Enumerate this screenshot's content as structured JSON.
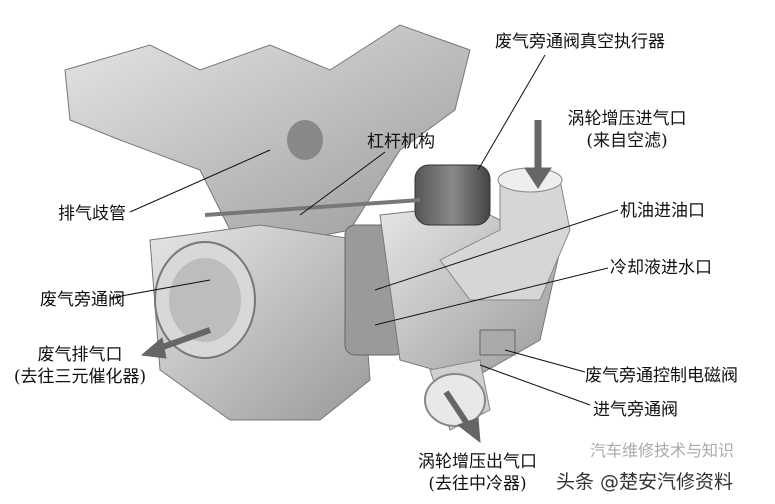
{
  "labels": {
    "vacuum_actuator": "废气旁通阀真空执行器",
    "turbo_inlet": "涡轮增压进气口",
    "turbo_inlet_note": "(来自空滤)",
    "lever": "杠杆机构",
    "exhaust_manifold": "排气歧管",
    "oil_inlet": "机油进油口",
    "coolant_inlet": "冷却液进水口",
    "wastegate": "废气旁通阀",
    "exhaust_outlet": "废气排气口",
    "exhaust_outlet_note": "(去往三元催化器)",
    "wastegate_solenoid": "废气旁通控制电磁阀",
    "intake_bypass": "进气旁通阀",
    "turbo_outlet": "涡轮增压出气口",
    "turbo_outlet_note": "(去往中冷器)"
  },
  "watermark": {
    "main": "头条 @楚安汽修资料",
    "behind": "汽车维修技术与知识"
  },
  "colors": {
    "part": "#c8c8c8",
    "part_dark": "#8a8a8a",
    "arrow": "#666666"
  }
}
